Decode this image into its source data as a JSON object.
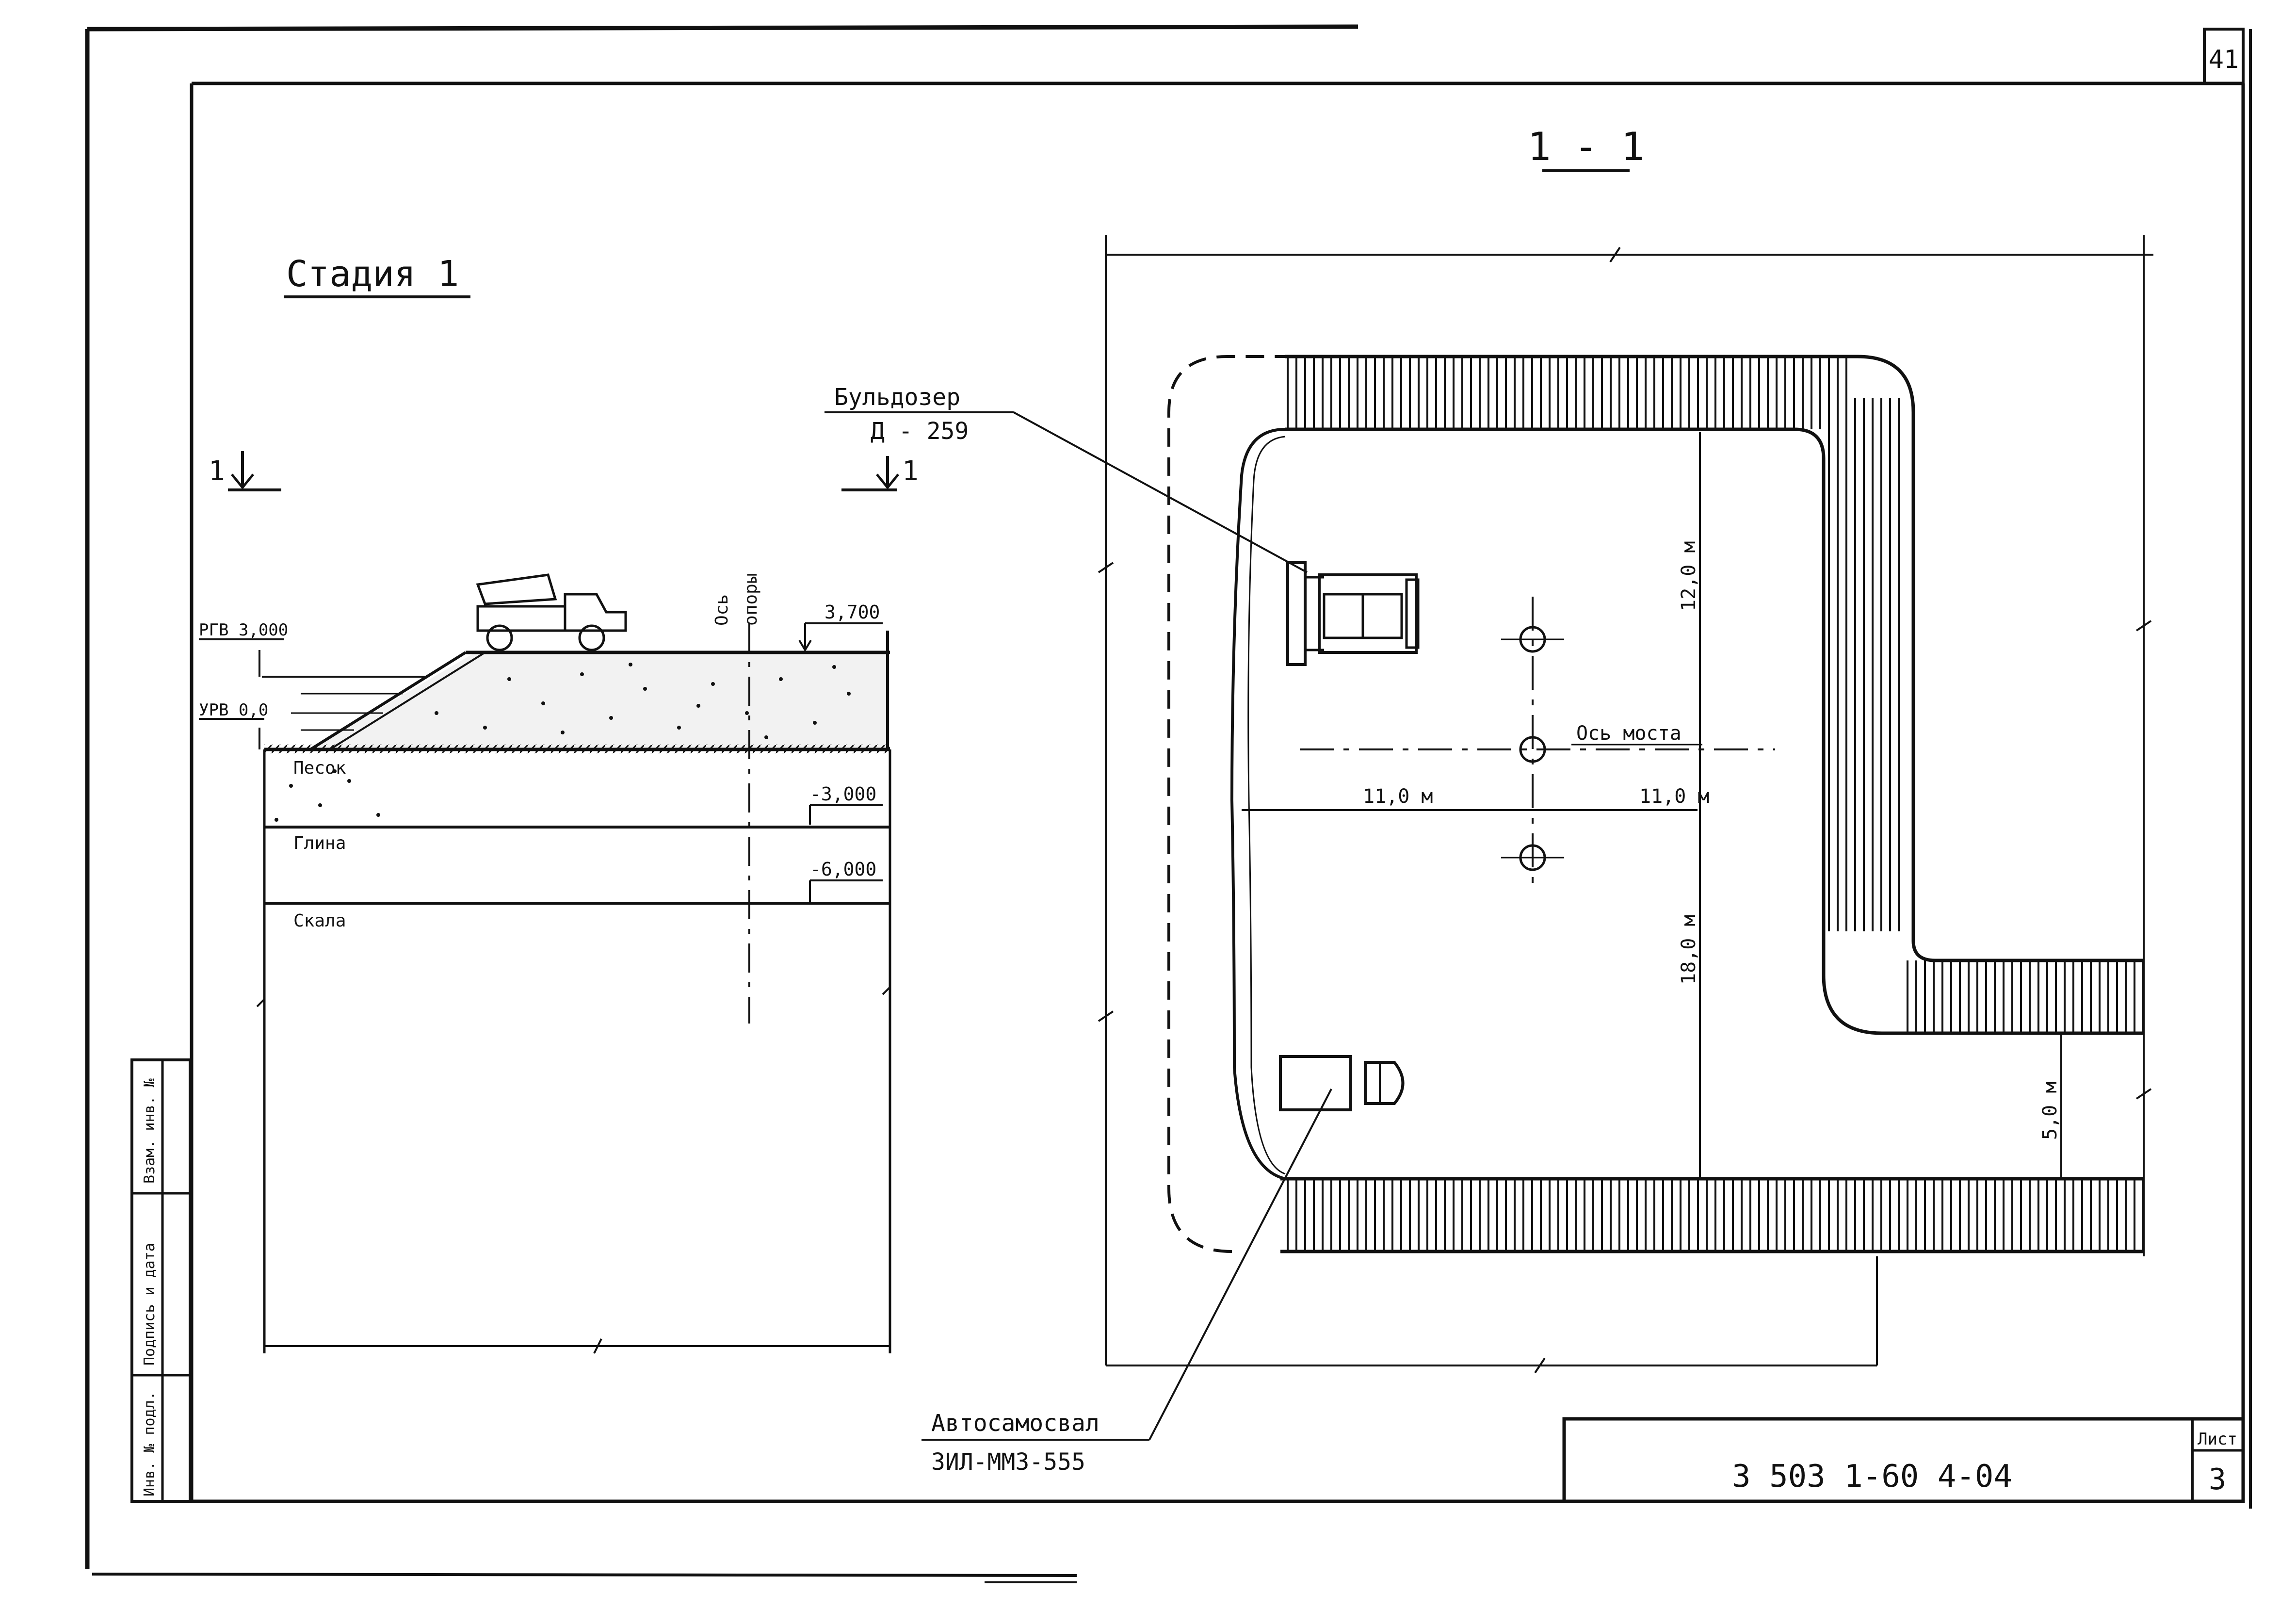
{
  "sheet_number_top": "41",
  "section_title": "1 - 1",
  "stage_title": "Стадия 1",
  "section_marker_left": "1",
  "section_marker_right": "1",
  "bulldozer_label_line1": "Бульдозер",
  "bulldozer_label_line2": "Д - 259",
  "truck_label_line1": "Автосамосвал",
  "truck_label_line2": "ЗИЛ-ММЗ-555",
  "axis_support_line1": "Ось",
  "axis_support_line2": "опоры",
  "axis_bridge": "Ось моста",
  "elevations": {
    "rgv": "РГВ 3,000",
    "urv": "УРВ 0,0",
    "top": "3,700",
    "minus3": "-3,000",
    "minus6": "-6,000"
  },
  "soil_layers": {
    "sand": "Песок",
    "clay": "Глина",
    "rock": "Скала"
  },
  "dimensions": {
    "d12": "12,0 м",
    "d18": "18,0 м",
    "d11_left": "11,0 м",
    "d11_right": "11,0 м",
    "d5": "5,0 м"
  },
  "side_stamp": {
    "inv_podl": "Инв. № подл.",
    "podpis_data": "Подпись и дата",
    "vzam_inv": "Взам. инв. №"
  },
  "title_block": {
    "document_code": "3 503 1-60 4-04",
    "sheet_label": "Лист",
    "sheet_value": "3"
  }
}
